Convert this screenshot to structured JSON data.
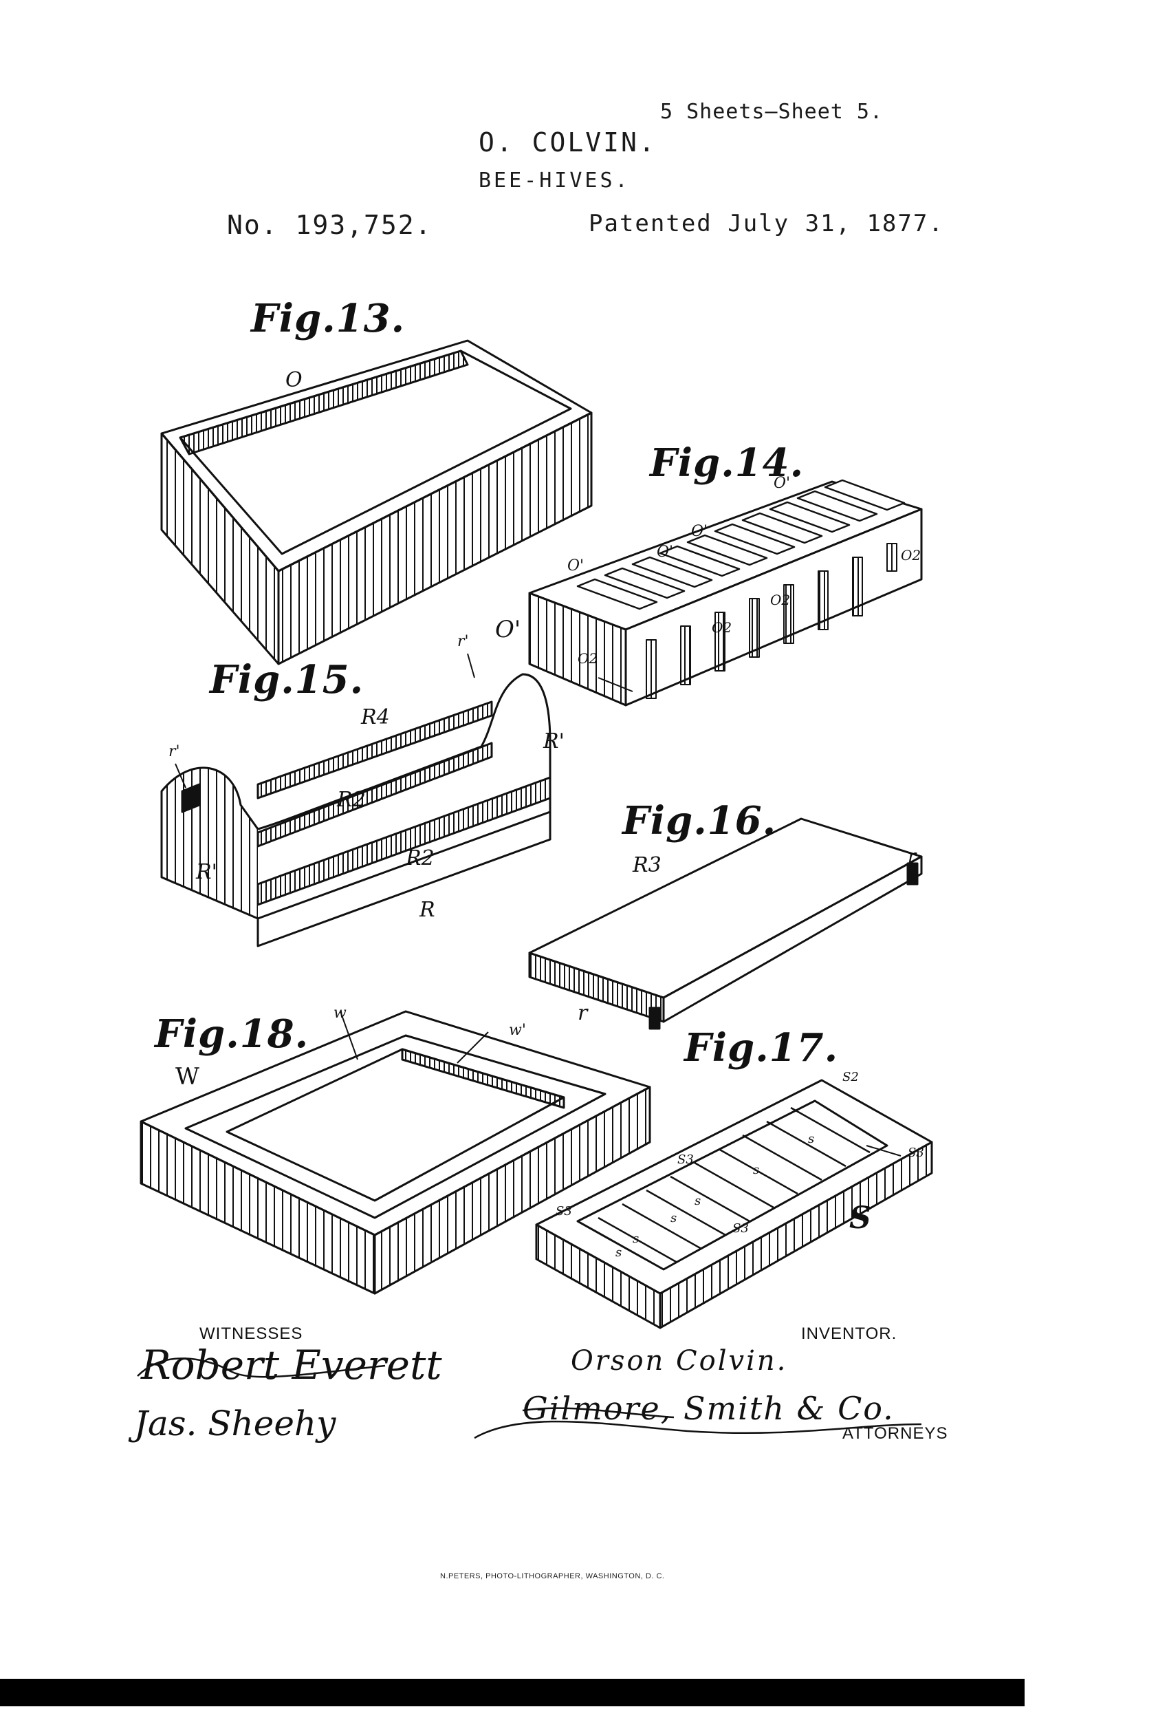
{
  "header": {
    "sheet": "5 Sheets—Sheet 5.",
    "inventor": "O. COLVIN.",
    "subject": "BEE-HIVES.",
    "patent_number": "No. 193,752.",
    "patent_date": "Patented July 31, 1877."
  },
  "figures": {
    "fig13": {
      "label": "Fig.13.",
      "refs": {
        "o": "O"
      }
    },
    "fig14": {
      "label": "Fig.14.",
      "refs": {
        "o1_a": "O'",
        "o1_b": "O'",
        "o1_c": "O'",
        "o1_d": "O'",
        "o1_e": "O'",
        "o2_a": "O2",
        "o2_b": "O2",
        "o2_c": "O2",
        "o2_d": "O2"
      }
    },
    "fig15": {
      "label": "Fig.15.",
      "refs": {
        "r4": "R4",
        "r1_right": "R'",
        "r1_left": "R'",
        "r2_a": "R2",
        "r2_b": "R2",
        "r": "R",
        "r_small_a": "r'",
        "r_small_b": "r'"
      }
    },
    "fig16": {
      "label": "Fig.16.",
      "refs": {
        "r3": "R3",
        "r_a": "r",
        "r_b": "r"
      }
    },
    "fig17": {
      "label": "Fig.17.",
      "refs": {
        "s": "S",
        "s2": "S2",
        "s3_a": "S3",
        "s3_b": "S3",
        "s3_c": "S3",
        "s3_d": "S3",
        "s_a": "s",
        "s_b": "s",
        "s_c": "s",
        "s_d": "s",
        "s_e": "s",
        "s_f": "s"
      }
    },
    "fig18": {
      "label": "Fig.18.",
      "refs": {
        "w_cap": "W",
        "w": "w",
        "w1": "w'"
      }
    }
  },
  "signatures": {
    "witnesses_label": "WITNESSES",
    "witness1": "Robert Everett",
    "witness2": "Jas. Sheehy",
    "inventor_label": "INVENTOR.",
    "inventor_signature": "Orson Colvin.",
    "attorney_signature": "Gilmore, Smith & Co.",
    "attorneys_label": "ATTORNEYS"
  },
  "footer": {
    "credit": "N.PETERS, PHOTO-LITHOGRAPHER, WASHINGTON, D. C."
  }
}
